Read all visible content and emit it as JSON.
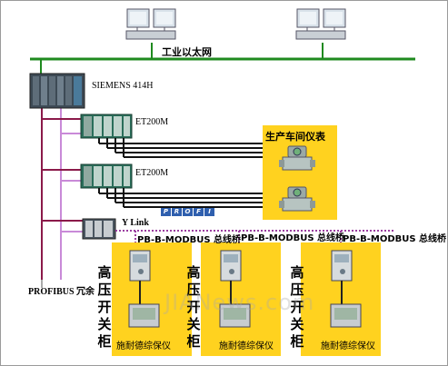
{
  "labels": {
    "ethernet": "工业以太网",
    "plc": "SIEMENS 414H",
    "et200m_1": "ET200M",
    "et200m_2": "ET200M",
    "ylink": "Y Link",
    "profi_logo": "PROFI",
    "instrument_area": "生产车间仪表",
    "pb_modbus_1": "PB-B-MODBUS 总线桥",
    "pb_modbus_2": "PB-B-MODBUS 总线桥",
    "pb_modbus_3": "PB-B-MODBUS 总线桥",
    "profibus_redundant": "PROFIBUS 冗余",
    "watermark": "JIANews.com"
  },
  "cabinets": [
    {
      "title": "高压开关柜",
      "footer": "施耐德综保仪"
    },
    {
      "title": "高压开关柜",
      "footer": "施耐德综保仪"
    },
    {
      "title": "高压开关柜",
      "footer": "施耐德综保仪"
    }
  ],
  "colors": {
    "ethernet_bus": "#1f8a1f",
    "profibus_a": "#8b1a4a",
    "profibus_b": "#c98ad8",
    "field_box": "#ffd21f",
    "rack": "#1f6e5a",
    "dotted_bus": "#9b3ea0"
  }
}
